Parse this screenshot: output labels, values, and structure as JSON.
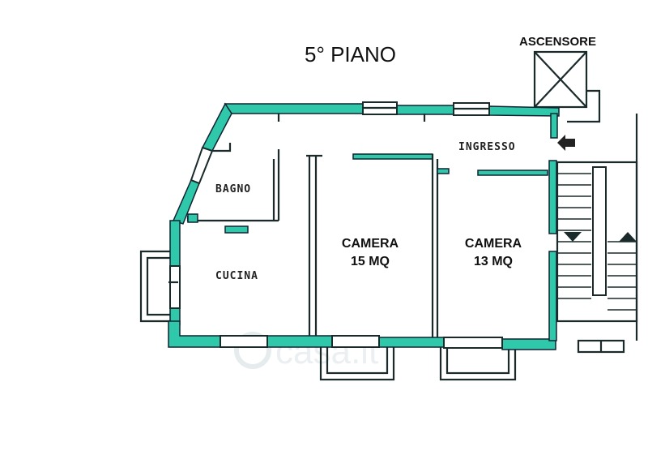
{
  "plan": {
    "title": "5° PIANO",
    "elevator_label": "ASCENSORE",
    "rooms": {
      "ingresso": "INGRESSO",
      "bagno": "BAGNO",
      "cucina": "CUCINA",
      "camera1_name": "CAMERA",
      "camera1_area": "15 MQ",
      "camera2_name": "CAMERA",
      "camera2_area": "13 MQ"
    },
    "watermark": "casa.it",
    "colors": {
      "wall_fill": "#2fc8aa",
      "line": "#1a2a2a",
      "background": "#ffffff"
    },
    "icons": [
      "entrance-arrow-icon",
      "stair-down-arrow-icon",
      "stair-up-arrow-icon",
      "elevator-cross-icon",
      "watermark-logo-icon"
    ]
  }
}
